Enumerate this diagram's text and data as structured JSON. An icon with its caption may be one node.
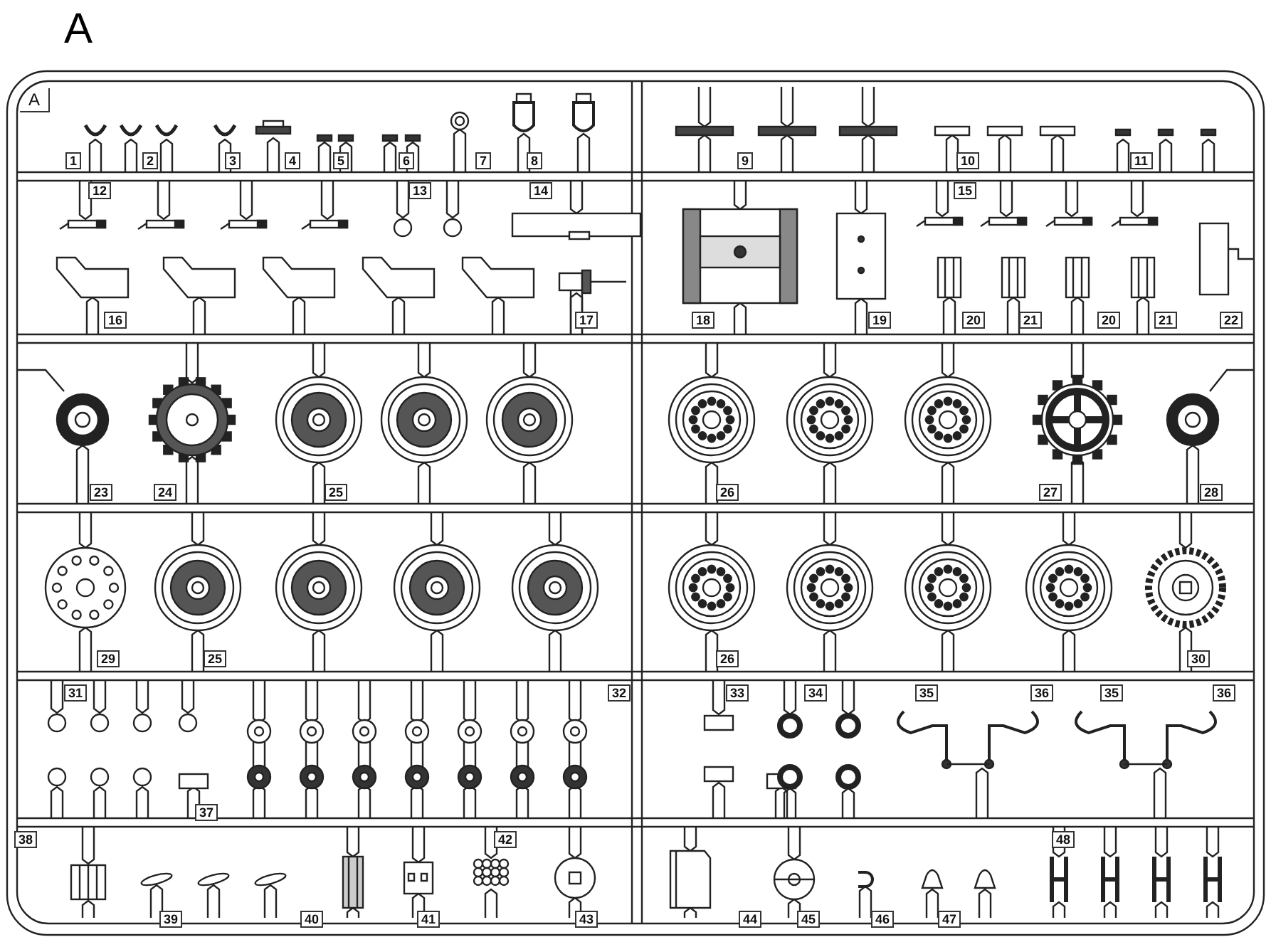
{
  "diagram": {
    "title": "A",
    "labels": [
      "A",
      "1",
      "2",
      "3",
      "4",
      "5",
      "6",
      "7",
      "8",
      "9",
      "10",
      "11",
      "12",
      "13",
      "14",
      "15",
      "16",
      "17",
      "18",
      "19",
      "20",
      "21",
      "20",
      "21",
      "22",
      "23",
      "24",
      "25",
      "26",
      "27",
      "28",
      "29",
      "25",
      "26",
      "30",
      "31",
      "32",
      "33",
      "34",
      "35",
      "36",
      "35",
      "36",
      "37",
      "38",
      "42",
      "48",
      "39",
      "40",
      "41",
      "43",
      "44",
      "45",
      "46",
      "47"
    ]
  }
}
